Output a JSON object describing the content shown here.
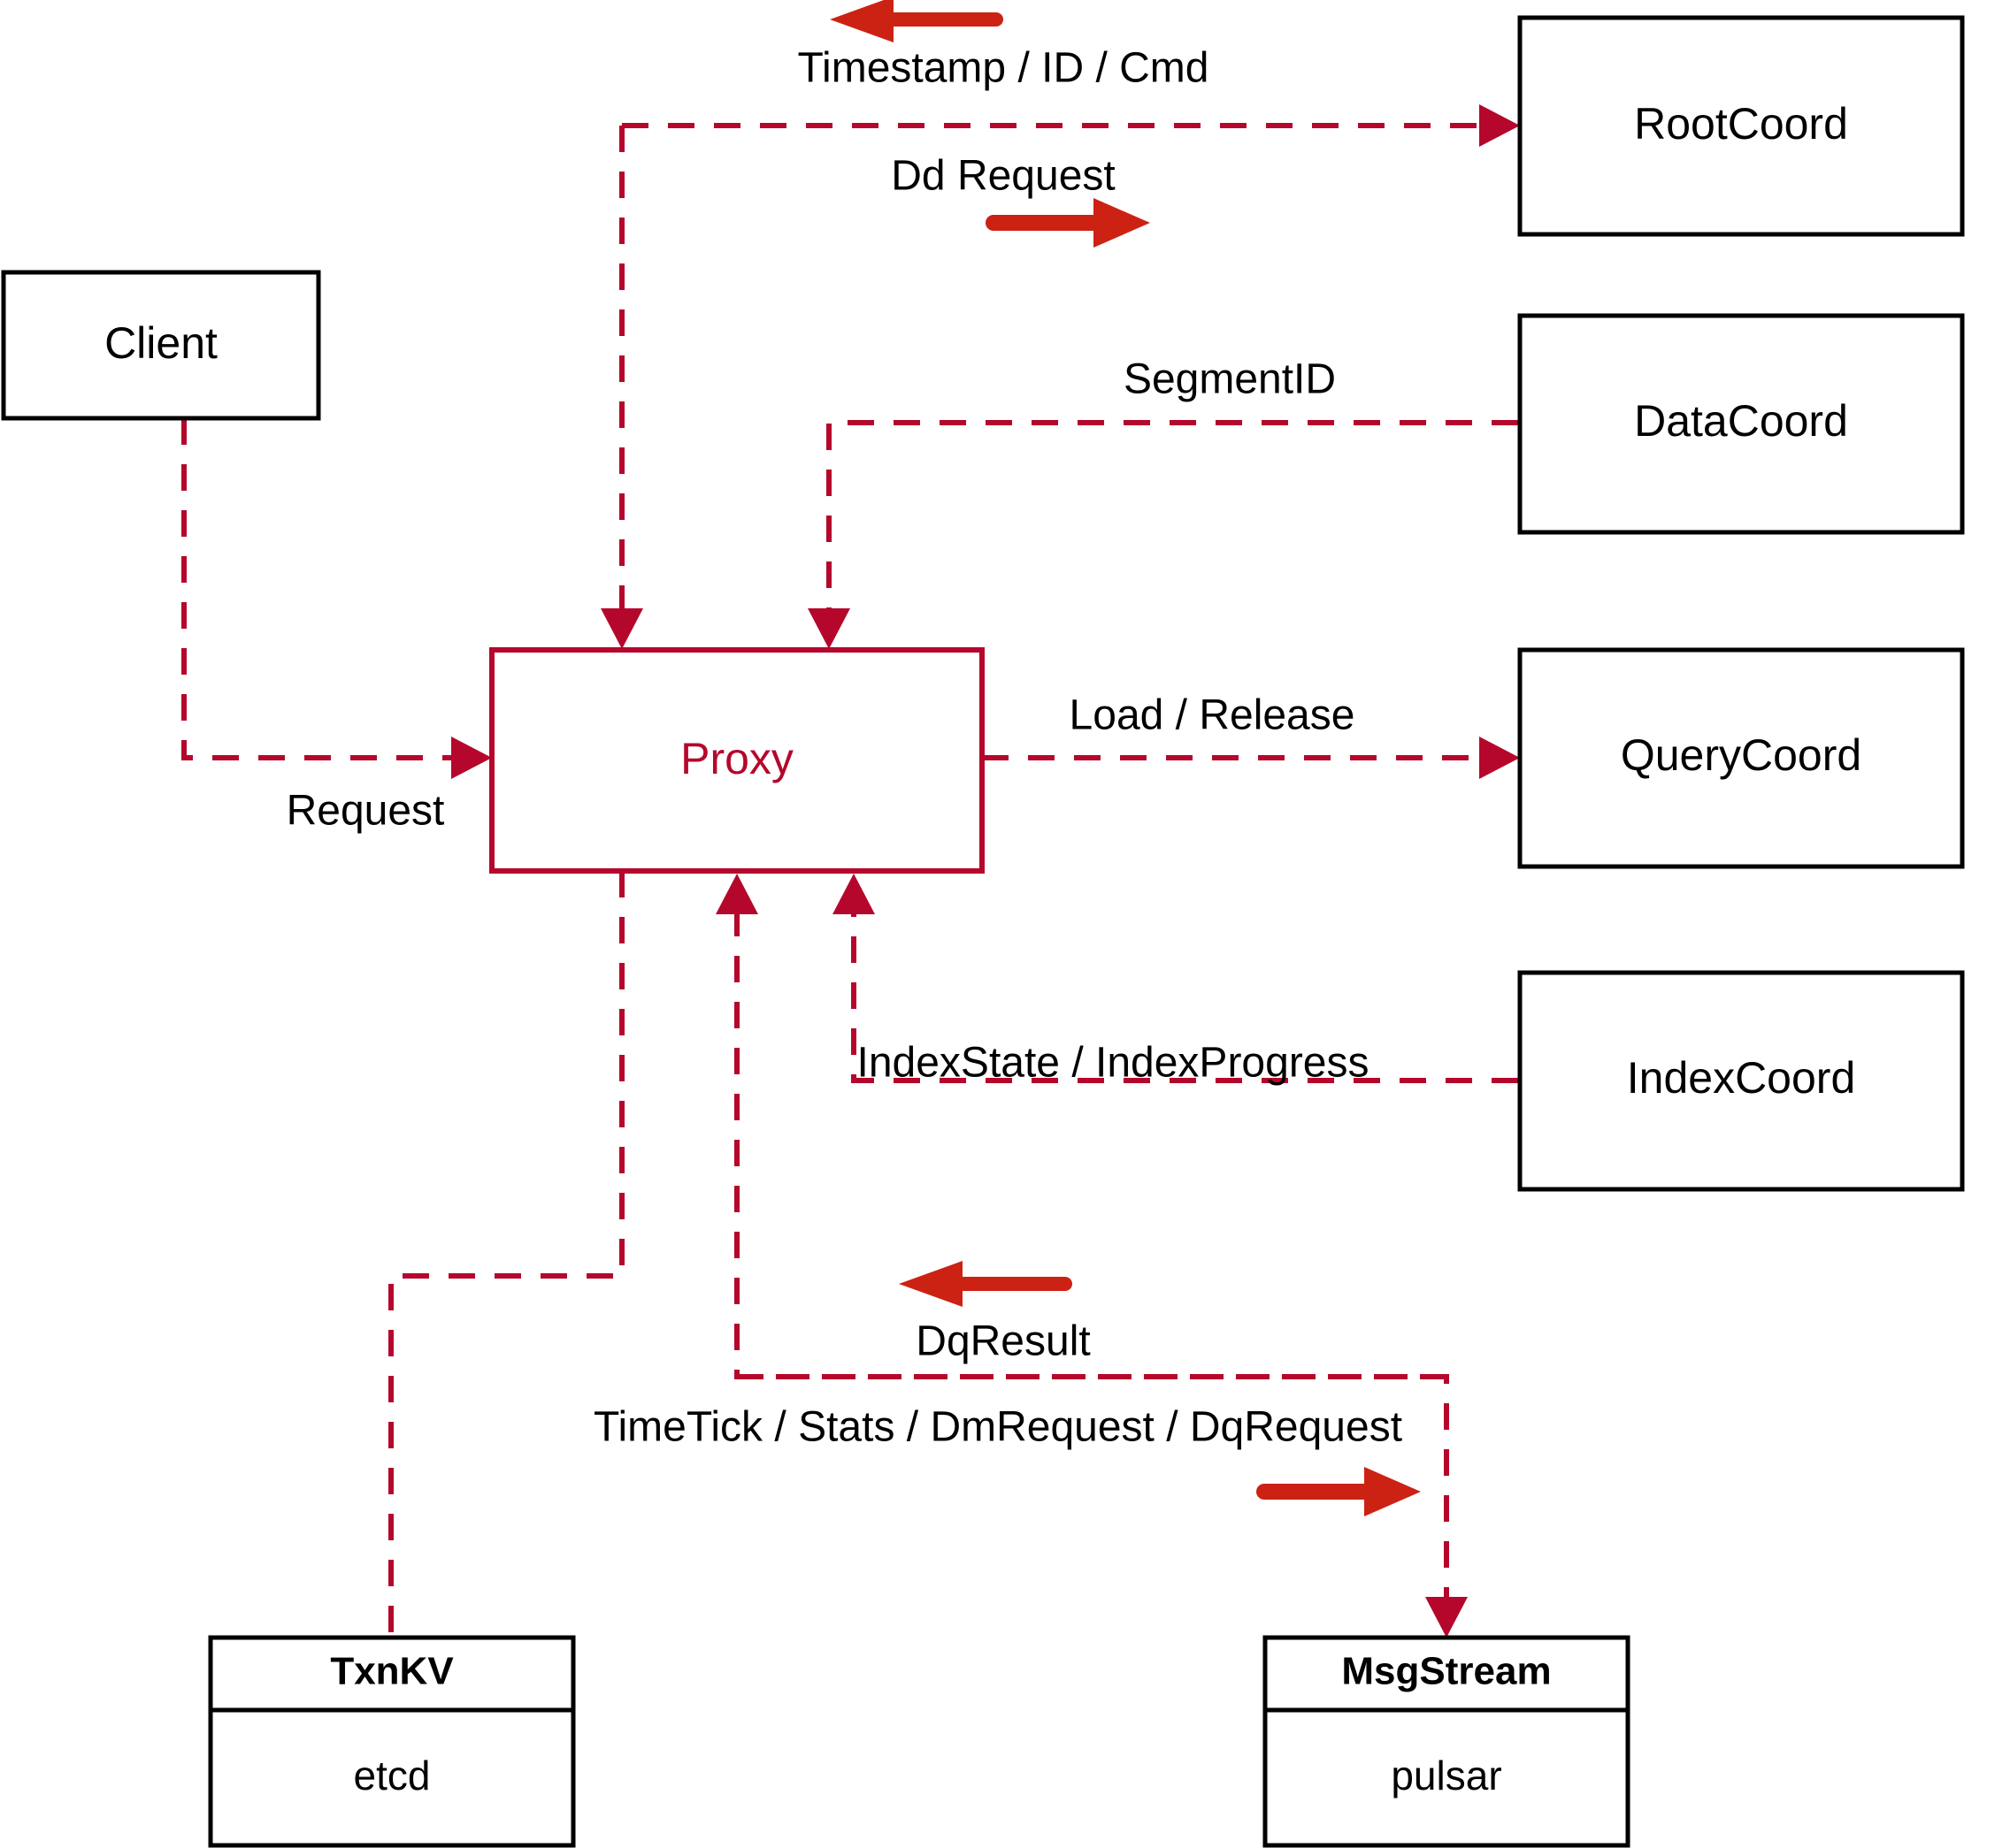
{
  "diagram": {
    "title": "Milvus Proxy Interaction Diagram",
    "colors": {
      "edge": "#B5072C",
      "flow_arrow": "#CC2213",
      "node_border": "#000000",
      "proxy_border": "#B5072C",
      "proxy_text": "#B5072C",
      "background": "#FFFFFF"
    },
    "nodes": {
      "client": {
        "label": "Client"
      },
      "proxy": {
        "label": "Proxy"
      },
      "root_coord": {
        "label": "RootCoord"
      },
      "data_coord": {
        "label": "DataCoord"
      },
      "query_coord": {
        "label": "QueryCoord"
      },
      "index_coord": {
        "label": "IndexCoord"
      },
      "txn_kv": {
        "title": "TxnKV",
        "impl": "etcd"
      },
      "msg_stream": {
        "title": "MsgStream",
        "impl": "pulsar"
      }
    },
    "edges": [
      {
        "id": "timestamp-id-cmd",
        "label": "Timestamp / ID / Cmd",
        "from": "RootCoord",
        "to": "Proxy",
        "direction": "left"
      },
      {
        "id": "dd-request",
        "label": "Dd Request",
        "from": "Proxy",
        "to": "RootCoord",
        "direction": "right"
      },
      {
        "id": "segment-id",
        "label": "SegmentID",
        "from": "DataCoord",
        "to": "Proxy",
        "direction": "left"
      },
      {
        "id": "request",
        "label": "Request",
        "from": "Client",
        "to": "Proxy",
        "direction": "right"
      },
      {
        "id": "load-release",
        "label": "Load / Release",
        "from": "Proxy",
        "to": "QueryCoord",
        "direction": "right"
      },
      {
        "id": "index-state-progress",
        "label": "IndexState / IndexProgress",
        "from": "IndexCoord",
        "to": "Proxy",
        "direction": "left"
      },
      {
        "id": "dq-result",
        "label": "DqResult",
        "from": "MsgStream",
        "to": "Proxy",
        "direction": "left"
      },
      {
        "id": "timetick-stats-dm-dq",
        "label": "TimeTick / Stats / DmRequest / DqRequest",
        "from": "Proxy",
        "to": "MsgStream",
        "direction": "right"
      },
      {
        "id": "txnkv-link",
        "label": "",
        "from": "Proxy",
        "to": "TxnKV",
        "direction": "none"
      }
    ]
  }
}
